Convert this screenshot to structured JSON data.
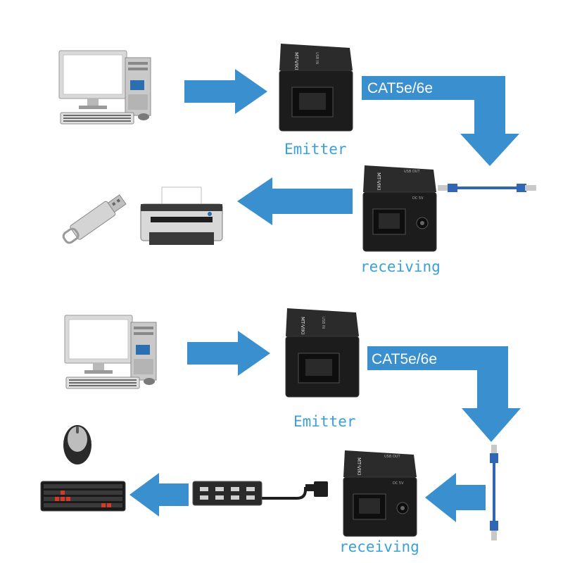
{
  "colors": {
    "arrow": "#3a8fcf",
    "label": "#3aa0d8",
    "device": "#1c1c1c",
    "device_edge": "#3a3a3a"
  },
  "device": {
    "brand": "MT-VIKI",
    "emitter_model": "USB IN",
    "receiver_model": "USB OUT",
    "dc_label": "DC 5V"
  },
  "top": {
    "cable_label": "CAT5e/6e",
    "emitter_label": "Emitter",
    "receiver_label": "receiving"
  },
  "bottom": {
    "cable_label": "CAT5e/6e",
    "emitter_label": "Emitter",
    "receiver_label": "receiving"
  }
}
